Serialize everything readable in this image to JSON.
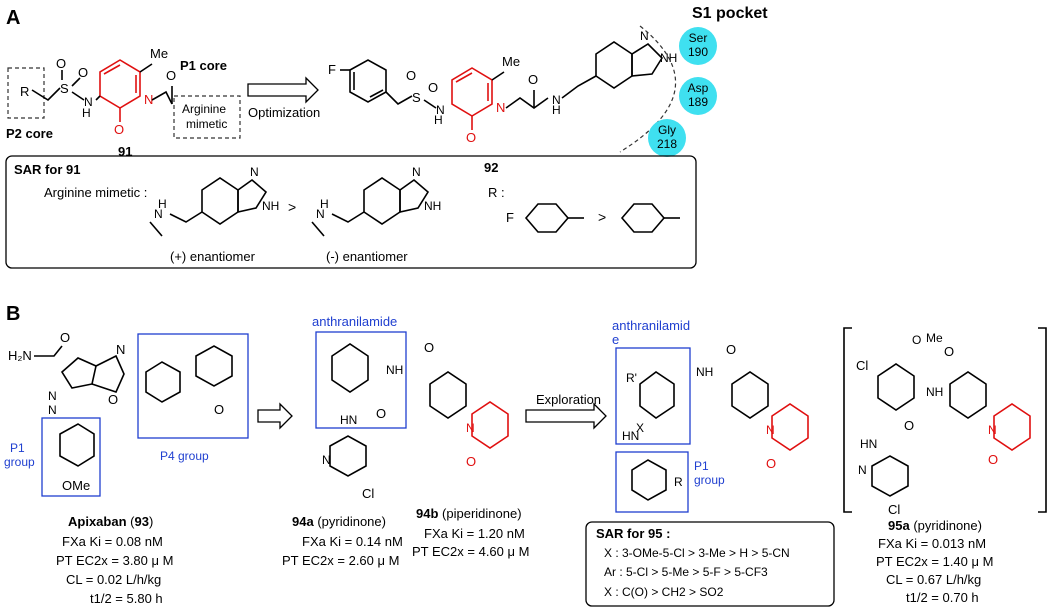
{
  "panel_a": {
    "label": "A",
    "s1_pocket_title": "S1 pocket",
    "residues": [
      {
        "line1": "Ser",
        "line2": "190"
      },
      {
        "line1": "Asp",
        "line2": "189"
      },
      {
        "line1": "Gly",
        "line2": "218"
      }
    ],
    "compound_91": {
      "id": "91",
      "r_label": "R",
      "p2_core": "P2 core",
      "p1_core": "P1 core",
      "arg_line1": "Arginine",
      "arg_line2": "mimetic",
      "methyl": "Me"
    },
    "arrow_label": "Optimization",
    "compound_92": {
      "id": "92",
      "fluoro": "F",
      "methyl": "Me"
    },
    "sar_box": {
      "title": "SAR for 91",
      "arginine_label": "Arginine mimetic :",
      "r_label": "R :",
      "fluoro": "F",
      "enantiomer_plus": "(+) enantiomer",
      "enantiomer_minus": "(-) enantiomer",
      "gt": ">"
    }
  },
  "panel_b": {
    "label": "B",
    "apixaban": {
      "name": "Apixaban",
      "number": "93",
      "p1_group_line1": "P1",
      "p1_group_line2": "group",
      "p4_group": "P4 group",
      "ome": "OMe",
      "amide": "H₂N",
      "ki": "FXa Ki = 0.08 nM",
      "pt": "PT EC2x = 3.80 μ M",
      "cl": "CL = 0.02 L/h/kg",
      "t12": "t1/2 = 5.80 h"
    },
    "c94": {
      "anthranilamide": "anthranilamide",
      "cl_sub": "Cl",
      "a_name": "94a",
      "a_desc": "(pyridinone)",
      "b_name": "94b",
      "b_desc": "(piperidinone)",
      "a_ki": "FXa Ki = 0.14 nM",
      "b_ki": "FXa Ki = 1.20 nM",
      "a_pt": "PT EC2x = 2.60 μ M",
      "b_pt": "PT EC2x = 4.60 μ M"
    },
    "arrow_label": "Exploration",
    "c95": {
      "anthranilamide_line1": "anthranilamid",
      "anthranilamide_line2": "e",
      "r_prime": "R'",
      "x_label": "X",
      "hn_label": "HN",
      "r_label": "R",
      "p1_line1": "P1",
      "p1_line2": "group",
      "sar_title": "SAR for 95 :",
      "sar_lines": [
        "X : 3-OMe-5-Cl > 3-Me > H > 5-CN",
        "Ar : 5-Cl > 5-Me > 5-F > 5-CF3",
        "X : C(O) > CH2 > SO2"
      ]
    },
    "c95a": {
      "name": "95a",
      "desc": "(pyridinone)",
      "me": "Me",
      "o": "O",
      "cl_top": "Cl",
      "cl_bottom": "Cl",
      "ki": "FXa Ki = 0.013 nM",
      "pt": "PT EC2x = 1.40 μ M",
      "cl": "CL = 0.67 L/h/kg",
      "t12": "t1/2 = 0.70 h"
    }
  }
}
